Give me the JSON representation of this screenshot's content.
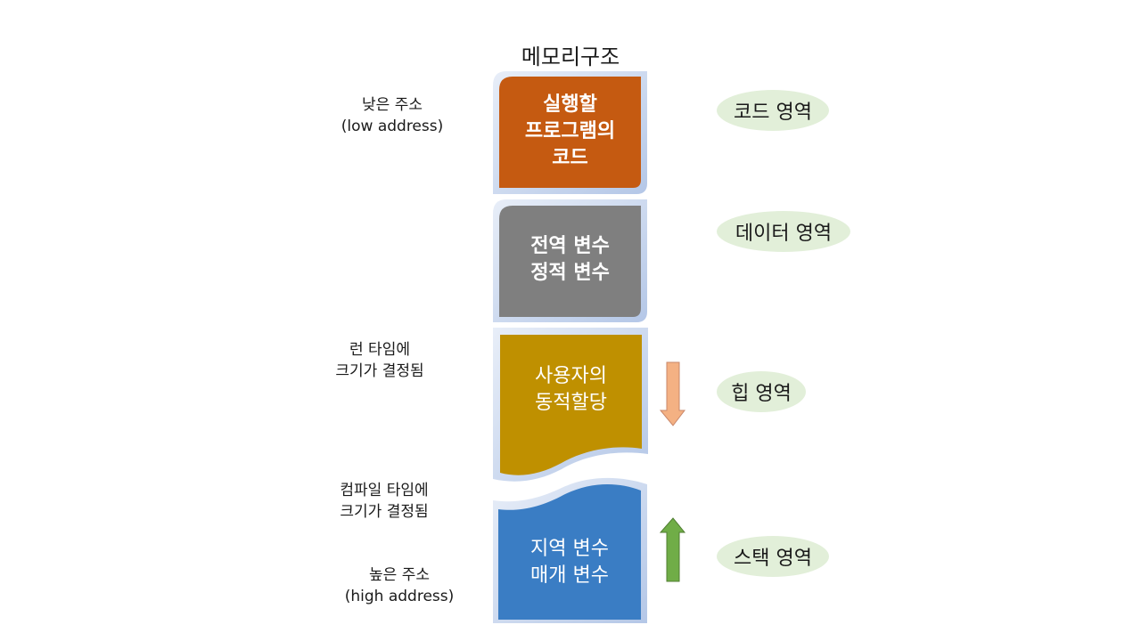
{
  "title": "메모리구조",
  "labels": {
    "low_address_line1": "낮은 주소",
    "low_address_line2": "(low address)",
    "runtime_line1": "런 타임에",
    "runtime_line2": "크기가 결정됨",
    "compile_line1": "컴파일 타임에",
    "compile_line2": "크기가 결정됨",
    "high_address_line1": "높은 주소",
    "high_address_line2": "(high address)"
  },
  "blocks": {
    "code": {
      "line1": "실행할",
      "line2": "프로그램의",
      "line3": "코드",
      "color": "#c55a11"
    },
    "data": {
      "line1": "전역 변수",
      "line2": "정적 변수",
      "color": "#7f7f7f"
    },
    "heap": {
      "line1": "사용자의",
      "line2": "동적할당",
      "color": "#bf9000"
    },
    "stack": {
      "line1": "지역 변수",
      "line2": "매개 변수",
      "color": "#3a7dc4"
    }
  },
  "regions": {
    "code": "코드 영역",
    "data": "데이터 영역",
    "heap": "힙 영역",
    "stack": "스택 영역"
  },
  "arrows": {
    "heap": {
      "direction": "down",
      "color": "#f4b183",
      "icon": "arrow-down-icon"
    },
    "stack": {
      "direction": "up",
      "color": "#70ad47",
      "icon": "arrow-up-icon"
    }
  },
  "colors": {
    "pill_bg": "#e2efd9",
    "block_shadow": "#b4c7e7"
  }
}
